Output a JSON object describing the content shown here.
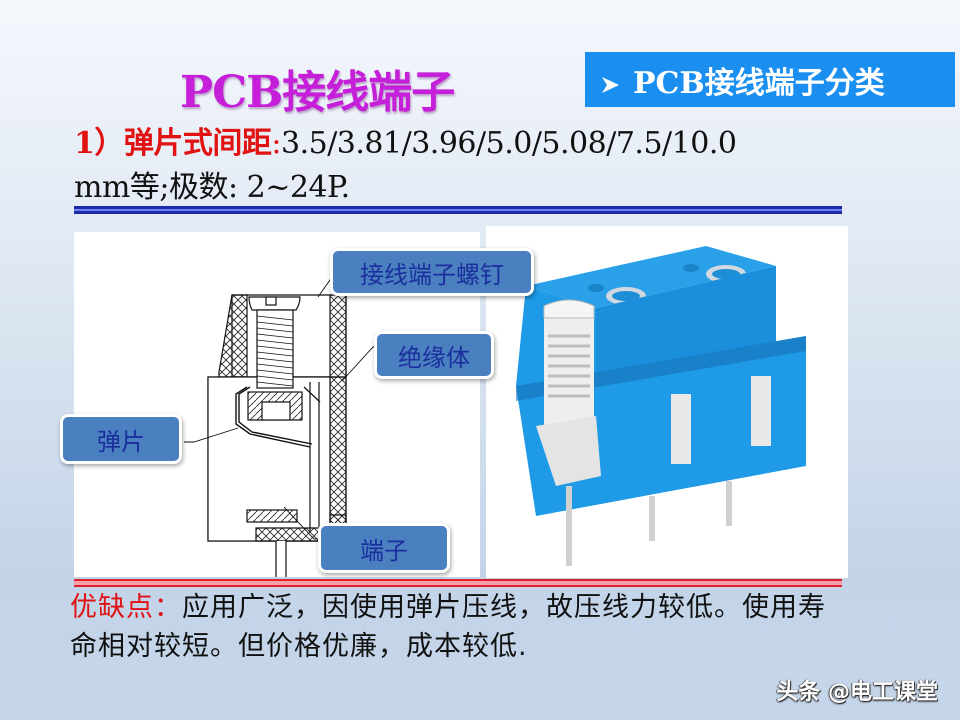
{
  "slide": {
    "title": "PCB接线端子",
    "category_banner": {
      "icon": "arrow-bullet-icon",
      "label": "PCB接线端子分类"
    },
    "spec": {
      "number": "1）",
      "type_label": "弹片式间距",
      "colon": ":",
      "pitches": "3.5/3.81/3.96/5.0/5.08/7.5/10.0",
      "line2": "mm等;极数: 2~24P."
    },
    "diagram": {
      "labels": {
        "screw": "接线端子螺钉",
        "insulator": "绝缘体",
        "spring": "弹片",
        "terminal": "端子"
      }
    },
    "photo": {
      "subject": "blue 3-pole PCB screw terminal block",
      "body_color": "#1e9ae6",
      "pin_color": "#d8d8d8"
    },
    "proscons": {
      "label": "优缺点：",
      "text_line1": "应用广泛，因使用弹片压线，故压线力较低。使用寿",
      "text_line2": "命相对较短。但价格优廉，成本较低."
    },
    "watermark": "头条 @电工课堂",
    "colors": {
      "title": "#c51fd9",
      "banner_bg": "#1b8ff0",
      "accent_red": "#e01212",
      "divider_blue": "#1a2ba8",
      "divider_red": "#e02030",
      "callout_bg": "#4a7fc0",
      "callout_text": "#1b2f9c"
    }
  }
}
